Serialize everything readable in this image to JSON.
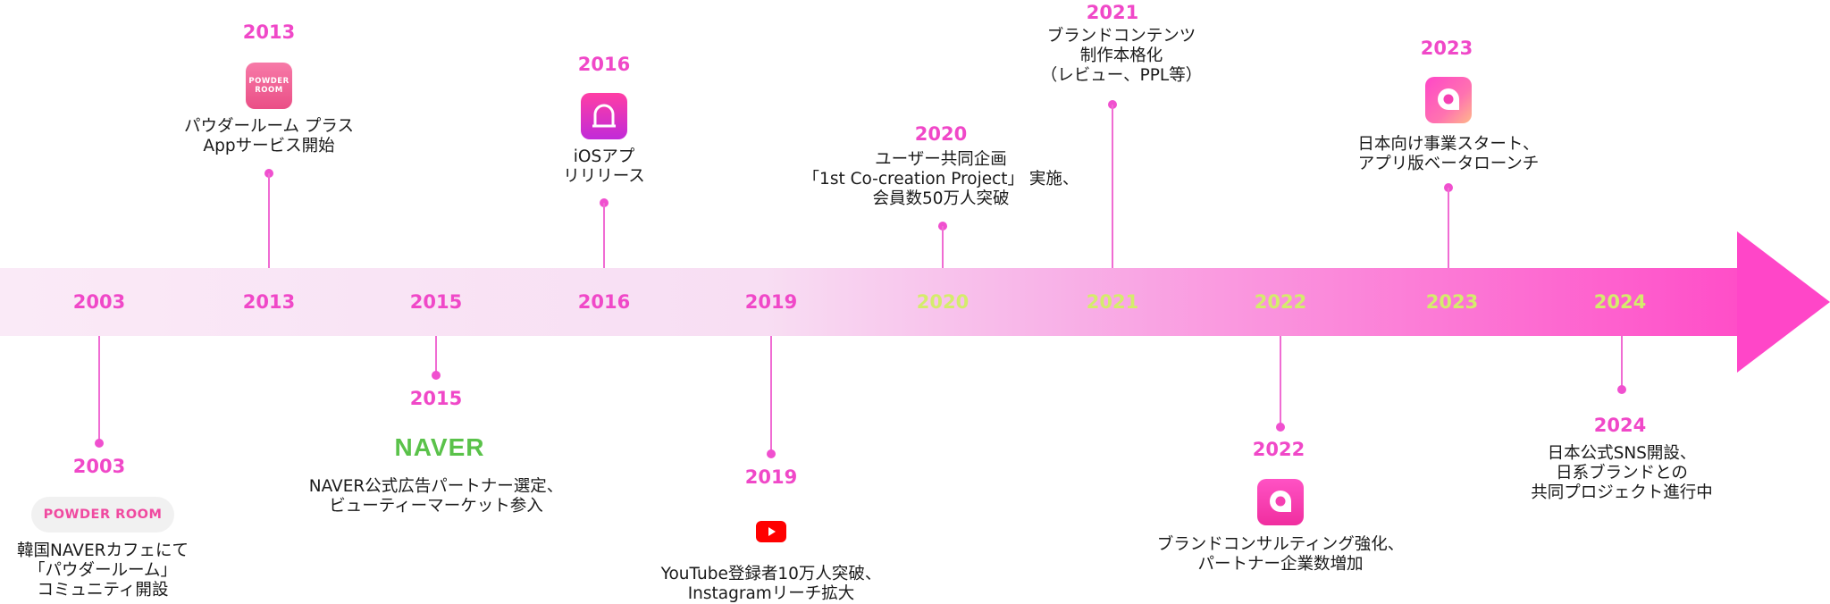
{
  "colors": {
    "accent": "#f048c8",
    "year_pink": "#f048c8",
    "year_lime": "#d4ec6c",
    "band_light": "#faeaf7",
    "band_dark": "#ff46c8",
    "naver_green": "#5ac24a",
    "youtube_red": "#ff0000"
  },
  "band_years": [
    "2003",
    "2013",
    "2015",
    "2016",
    "2019",
    "2020",
    "2021",
    "2022",
    "2023",
    "2024"
  ],
  "events": {
    "e2003": {
      "year": "2003",
      "logo": "POWDER ROOM",
      "lines": [
        "韓国NAVERカフェにて",
        "「パウダールーム」",
        "コミュニティ開設"
      ]
    },
    "e2013": {
      "year": "2013",
      "icon": "powder-room-app-icon",
      "icon_text": [
        "POWDER",
        "ROOM"
      ],
      "lines": [
        "パウダールーム プラス",
        "Appサービス開始"
      ]
    },
    "e2015": {
      "year": "2015",
      "logo": "NAVER",
      "lines": [
        "NAVER公式広告パートナー選定、",
        "ビューティーマーケット参入"
      ]
    },
    "e2016": {
      "year": "2016",
      "icon": "arch-app-icon",
      "lines": [
        "iOSアプ",
        "リリリース"
      ]
    },
    "e2019": {
      "year": "2019",
      "icon": "youtube-icon",
      "lines": [
        "YouTube登録者10万人突破、",
        "Instagramリーチ拡大"
      ]
    },
    "e2020": {
      "year": "2020",
      "lines": [
        "ユーザー共同企画",
        "「1st Co-creation Project」 実施、",
        "会員数50万人突破"
      ]
    },
    "e2021": {
      "year": "2021",
      "lines": [
        "ブランドコンテンツ",
        "制作本格化",
        "（レビュー、PPL等）"
      ]
    },
    "e2022": {
      "year": "2022",
      "icon": "speech-bubble-app-icon",
      "lines": [
        "ブランドコンサルティング強化、",
        "パートナー企業数増加"
      ]
    },
    "e2023": {
      "year": "2023",
      "icon": "speech-bubble-app-icon",
      "lines": [
        "日本向け事業スタート、",
        "アプリ版ベータローンチ"
      ]
    },
    "e2024": {
      "year": "2024",
      "lines": [
        "日本公式SNS開設、",
        "日系ブランドとの",
        "共同プロジェクト進行中"
      ]
    }
  }
}
